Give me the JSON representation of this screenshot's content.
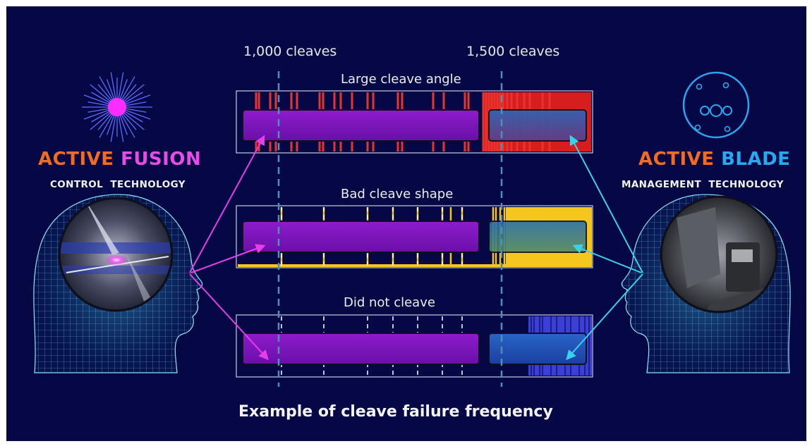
{
  "left_brand": {
    "word1": "ACTIVE",
    "word2": "FUSION",
    "subtitle_word1": "CONTROL",
    "subtitle_word2": "TECHNOLOGY",
    "word1_color": "#f26b21",
    "word2_color": "#e84ce6",
    "icon": "starburst-icon"
  },
  "right_brand": {
    "word1": "ACTIVE",
    "word2": "BLADE",
    "subtitle_word1": "MANAGEMENT",
    "subtitle_word2": "TECHNOLOGY",
    "word1_color": "#f26b21",
    "word2_color": "#29a8f0",
    "icon": "blade-disc-icon"
  },
  "markers": {
    "first": "1,000 cleaves",
    "second": "1,500 cleaves"
  },
  "bars": [
    {
      "title": "Large cleave angle",
      "failure_color": "#e8332e",
      "band_color": "#d61e1e"
    },
    {
      "title": "Bad cleave shape",
      "failure_color": "#f5c522",
      "band_color": "#f5c71c"
    },
    {
      "title": "Did not cleave",
      "failure_color": "#ffffff",
      "band_color": "#3b3fd6"
    }
  ],
  "colors": {
    "background": "#050845",
    "purple_bar": "#7a12b8",
    "blue_bar": "#1f5fb0",
    "arrow_magenta": "#e63fe6",
    "arrow_cyan": "#38d2e8"
  },
  "footer": "Example of cleave failure frequency"
}
